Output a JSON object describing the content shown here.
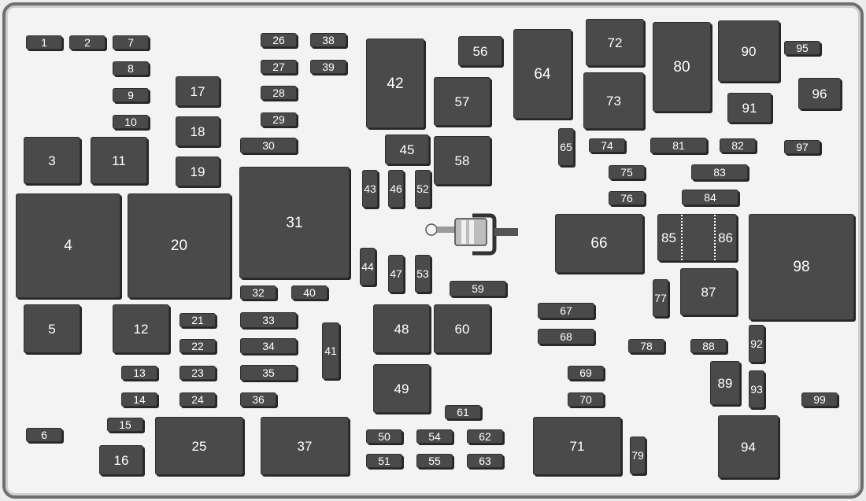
{
  "slots": {
    "s1": "1",
    "s2": "2",
    "s3": "3",
    "s4": "4",
    "s5": "5",
    "s6": "6",
    "s7": "7",
    "s8": "8",
    "s9": "9",
    "s10": "10",
    "s11": "11",
    "s12": "12",
    "s13": "13",
    "s14": "14",
    "s15": "15",
    "s16": "16",
    "s17": "17",
    "s18": "18",
    "s19": "19",
    "s20": "20",
    "s21": "21",
    "s22": "22",
    "s23": "23",
    "s24": "24",
    "s25": "25",
    "s26": "26",
    "s27": "27",
    "s28": "28",
    "s29": "29",
    "s30": "30",
    "s31": "31",
    "s32": "32",
    "s33": "33",
    "s34": "34",
    "s35": "35",
    "s36": "36",
    "s37": "37",
    "s38": "38",
    "s39": "39",
    "s40": "40",
    "s41": "41",
    "s42": "42",
    "s43": "43",
    "s44": "44",
    "s45": "45",
    "s46": "46",
    "s47": "47",
    "s48": "48",
    "s49": "49",
    "s50": "50",
    "s51": "51",
    "s52": "52",
    "s53": "53",
    "s54": "54",
    "s55": "55",
    "s56": "56",
    "s57": "57",
    "s58": "58",
    "s59": "59",
    "s60": "60",
    "s61": "61",
    "s62": "62",
    "s63": "63",
    "s64": "64",
    "s65": "65",
    "s66": "66",
    "s67": "67",
    "s68": "68",
    "s69": "69",
    "s70": "70",
    "s71": "71",
    "s72": "72",
    "s73": "73",
    "s74": "74",
    "s75": "75",
    "s76": "76",
    "s77": "77",
    "s78": "78",
    "s79": "79",
    "s80": "80",
    "s81": "81",
    "s82": "82",
    "s83": "83",
    "s84": "84",
    "s85": "85",
    "s86": "86",
    "s87": "87",
    "s88": "88",
    "s89": "89",
    "s90": "90",
    "s91": "91",
    "s92": "92",
    "s93": "93",
    "s94": "94",
    "s95": "95",
    "s96": "96",
    "s97": "97",
    "s98": "98",
    "s99": "99"
  },
  "colors": {
    "slot_fill": "#4a4a4a",
    "slot_text": "#ffffff",
    "panel": "#f3f3f3",
    "frame": "#6f6f6f"
  },
  "icons": {
    "connector": "center-connector-icon"
  }
}
